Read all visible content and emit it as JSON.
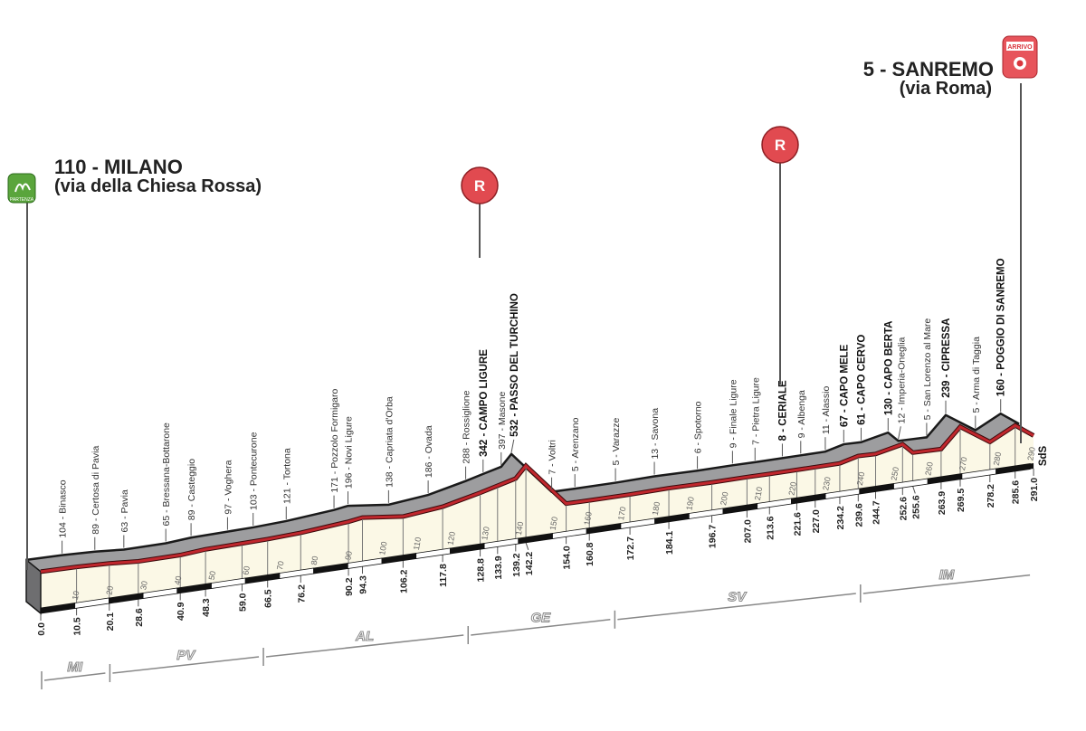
{
  "start": {
    "title": "110 - MILANO",
    "subtitle": "(via della Chiesa Rossa)",
    "badge": "PARTENZA",
    "icon": "start-flag-icon",
    "color": "#5aa53c"
  },
  "finish": {
    "title": "5 - SANREMO",
    "subtitle": "(via Roma)",
    "badge": "ARRIVO",
    "icon": "finish-icon",
    "color": "#d9363e"
  },
  "refreshment_marker": "R",
  "end_label": "SdS",
  "colors": {
    "profile_line": "#c0272d",
    "surface": "#9d9d9f",
    "base_fill": "#fbf8e6",
    "outline": "#1a1a1a"
  },
  "chart_data": {
    "type": "area",
    "xlabel": "",
    "ylabel": "",
    "xlim": [
      0,
      291
    ],
    "x_ticks": [
      10,
      20,
      30,
      40,
      50,
      60,
      70,
      80,
      90,
      100,
      110,
      120,
      130,
      140,
      150,
      160,
      170,
      180,
      190,
      200,
      210,
      220,
      230,
      240,
      250,
      260,
      270,
      280,
      290
    ],
    "points": [
      {
        "km": "0.0",
        "elev": 110,
        "name": "MILANO",
        "bold": true,
        "top_label": false
      },
      {
        "km": "10.5",
        "elev": 104,
        "name": "Binasco"
      },
      {
        "km": "20.1",
        "elev": 89,
        "name": "Certosa di Pavia"
      },
      {
        "km": "28.6",
        "elev": 63,
        "name": "Pavia"
      },
      {
        "km": "40.9",
        "elev": 65,
        "name": "Bressana-Bottarone"
      },
      {
        "km": "48.3",
        "elev": 89,
        "name": "Casteggio"
      },
      {
        "km": "59.0",
        "elev": 97,
        "name": "Voghera"
      },
      {
        "km": "66.5",
        "elev": 103,
        "name": "Pontecurone"
      },
      {
        "km": "76.2",
        "elev": 121,
        "name": "Tortona"
      },
      {
        "km": "90.2",
        "elev": 171,
        "name": "Pozzolo Formigaro"
      },
      {
        "km": "94.3",
        "elev": 196,
        "name": "Novi Ligure"
      },
      {
        "km": "106.2",
        "elev": 138,
        "name": "Capriata d'Orba"
      },
      {
        "km": "117.8",
        "elev": 186,
        "name": "Ovada"
      },
      {
        "km": "128.8",
        "elev": 288,
        "name": "Rossiglione"
      },
      {
        "km": "133.9",
        "elev": 342,
        "name": "CAMPO LIGURE",
        "bold": true
      },
      {
        "km": "139.2",
        "elev": 397,
        "name": "Masone"
      },
      {
        "km": "142.2",
        "elev": 532,
        "name": "PASSO DEL TURCHINO",
        "bold": true
      },
      {
        "km": "154.0",
        "elev": 7,
        "name": "Voltri"
      },
      {
        "km": "160.8",
        "elev": 5,
        "name": "Arenzano"
      },
      {
        "km": "172.7",
        "elev": 5,
        "name": "Varazze"
      },
      {
        "km": "184.1",
        "elev": 13,
        "name": "Savona"
      },
      {
        "km": "196.7",
        "elev": 6,
        "name": "Spotorno"
      },
      {
        "km": "207.0",
        "elev": 9,
        "name": "Finale Ligure"
      },
      {
        "km": "213.6",
        "elev": 7,
        "name": "Pietra Ligure"
      },
      {
        "km": "221.6",
        "elev": 8,
        "name": "CERIALE",
        "bold": true
      },
      {
        "km": "227.0",
        "elev": 9,
        "name": "Albenga"
      },
      {
        "km": "234.2",
        "elev": 11,
        "name": "Alassio"
      },
      {
        "km": "239.6",
        "elev": 67,
        "name": "CAPO MELE",
        "bold": true
      },
      {
        "km": "244.7",
        "elev": 61,
        "name": "CAPO CERVO",
        "bold": true
      },
      {
        "km": "252.6",
        "elev": 130,
        "name": "CAPO BERTA",
        "bold": true
      },
      {
        "km": "255.6",
        "elev": 12,
        "name": "Imperia-Oneglia"
      },
      {
        "km": "263.9",
        "elev": 5,
        "name": "San Lorenzo al Mare"
      },
      {
        "km": "269.5",
        "elev": 239,
        "name": "CIPRESSA",
        "bold": true
      },
      {
        "km": "278.2",
        "elev": 5,
        "name": "Arma di Taggia"
      },
      {
        "km": "285.6",
        "elev": 160,
        "name": "POGGIO DI SANREMO",
        "bold": true
      },
      {
        "km": "291.0",
        "elev": 5,
        "name": "SANREMO",
        "bold": true,
        "top_label": false
      }
    ],
    "provinces": [
      {
        "code": "MI",
        "from": 0,
        "to": 20
      },
      {
        "code": "PV",
        "from": 20,
        "to": 65
      },
      {
        "code": "AL",
        "from": 65,
        "to": 125
      },
      {
        "code": "GE",
        "from": 125,
        "to": 168
      },
      {
        "code": "SV",
        "from": 168,
        "to": 240
      },
      {
        "code": "IM",
        "from": 240,
        "to": 291
      }
    ],
    "refreshment_km": [
      128,
      221
    ]
  }
}
